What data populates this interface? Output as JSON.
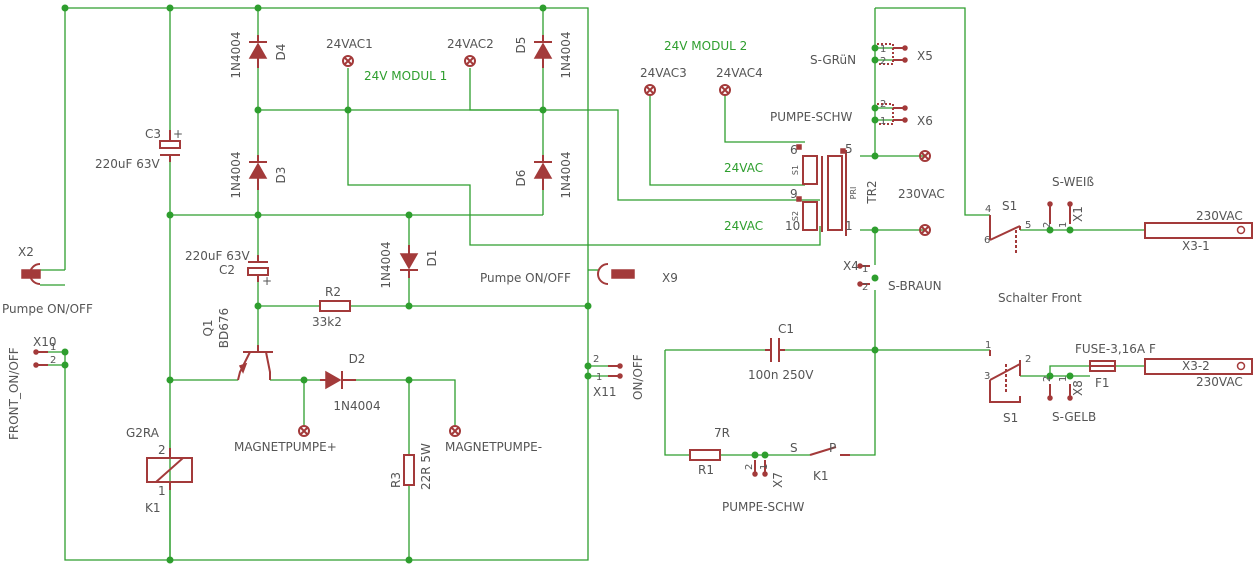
{
  "colors": {
    "wire": "#2e9e2e",
    "part": "#a33a3a",
    "text": "#555555",
    "background": "#ffffff"
  },
  "labels": {
    "d4_name": "D4",
    "d4_value": "1N4004",
    "d3_name": "D3",
    "d3_value": "1N4004",
    "d5_name": "D5",
    "d5_value": "1N4004",
    "d6_name": "D6",
    "d6_value": "1N4004",
    "d1_name": "D1",
    "d1_value": "1N4004",
    "d2_name": "D2",
    "d2_value": "1N4004",
    "c3_name": "C3",
    "c3_value": "220uF 63V",
    "c2_value": "220uF 63V",
    "c2_name": "C2",
    "c1_name": "C1",
    "c1_value": "100n 250V",
    "r2_name": "R2",
    "r2_value": "33k2",
    "r3_name": "R3",
    "r3_value": "22R 5W",
    "r1_name": "R1",
    "r1_value": "7R",
    "q1_name": "Q1",
    "q1_value": "BD676",
    "k1_value": "G2RA",
    "k1_name": "K1",
    "k1_pin1": "1",
    "k1_pin2": "2",
    "k1s_name": "K1",
    "k1s_s": "S",
    "k1s_p": "P",
    "x2_name": "X2",
    "x2_value": "Pumpe ON/OFF",
    "x9_name": "X9",
    "x9_value": "Pumpe ON/OFF",
    "x10_name": "X10",
    "x10_value": "FRONT_ON/OFF",
    "x11_name": "X11",
    "x11_value": "ON/OFF",
    "x5_name": "X5",
    "x5_value": "S-GRüN",
    "x6_name": "X6",
    "x6_value": "PUMPE-SCHW",
    "x4_name": "X4",
    "x4_value": "S-BRAUN",
    "x7_name": "X7",
    "x7_value": "PUMPE-SCHW",
    "x1_name": "X1",
    "x1_value": "S-WEIß",
    "x8_name": "X8",
    "x8_value": "S-GELB",
    "x31_name": "X3-1",
    "x31_value": "230VAC",
    "x32_name": "X3-2",
    "x32_value": "230VAC",
    "f1_name": "F1",
    "f1_value": "FUSE-3,16A F",
    "s1a_name": "S1",
    "s1b_name": "S1",
    "s1_value": "Schalter Front",
    "tr2_name": "TR2",
    "tr2_pri": "PRI",
    "tr2_s1": "S1",
    "tr2_s2": "S2",
    "tr2_p6": "6",
    "tr2_p9": "9",
    "tr2_p10": "10",
    "tr2_p5": "5",
    "tr2_p1": "1",
    "sec1_label": "24VAC",
    "sec2_label": "24VAC",
    "pri_label": "230VAC",
    "mod1_label": "24V MODUL 1",
    "mod2_label": "24V MODUL 2",
    "tp_24vac1": "24VAC1",
    "tp_24vac2": "24VAC2",
    "tp_24vac3": "24VAC3",
    "tp_24vac4": "24VAC4",
    "tp_mag_plus": "MAGNETPUMPE+",
    "tp_mag_minus": "MAGNETPUMPE-",
    "pin1": "1",
    "pin2": "2",
    "pin4": "4",
    "pin5": "5",
    "pin6": "6",
    "pin3": "3",
    "plus": "+"
  }
}
